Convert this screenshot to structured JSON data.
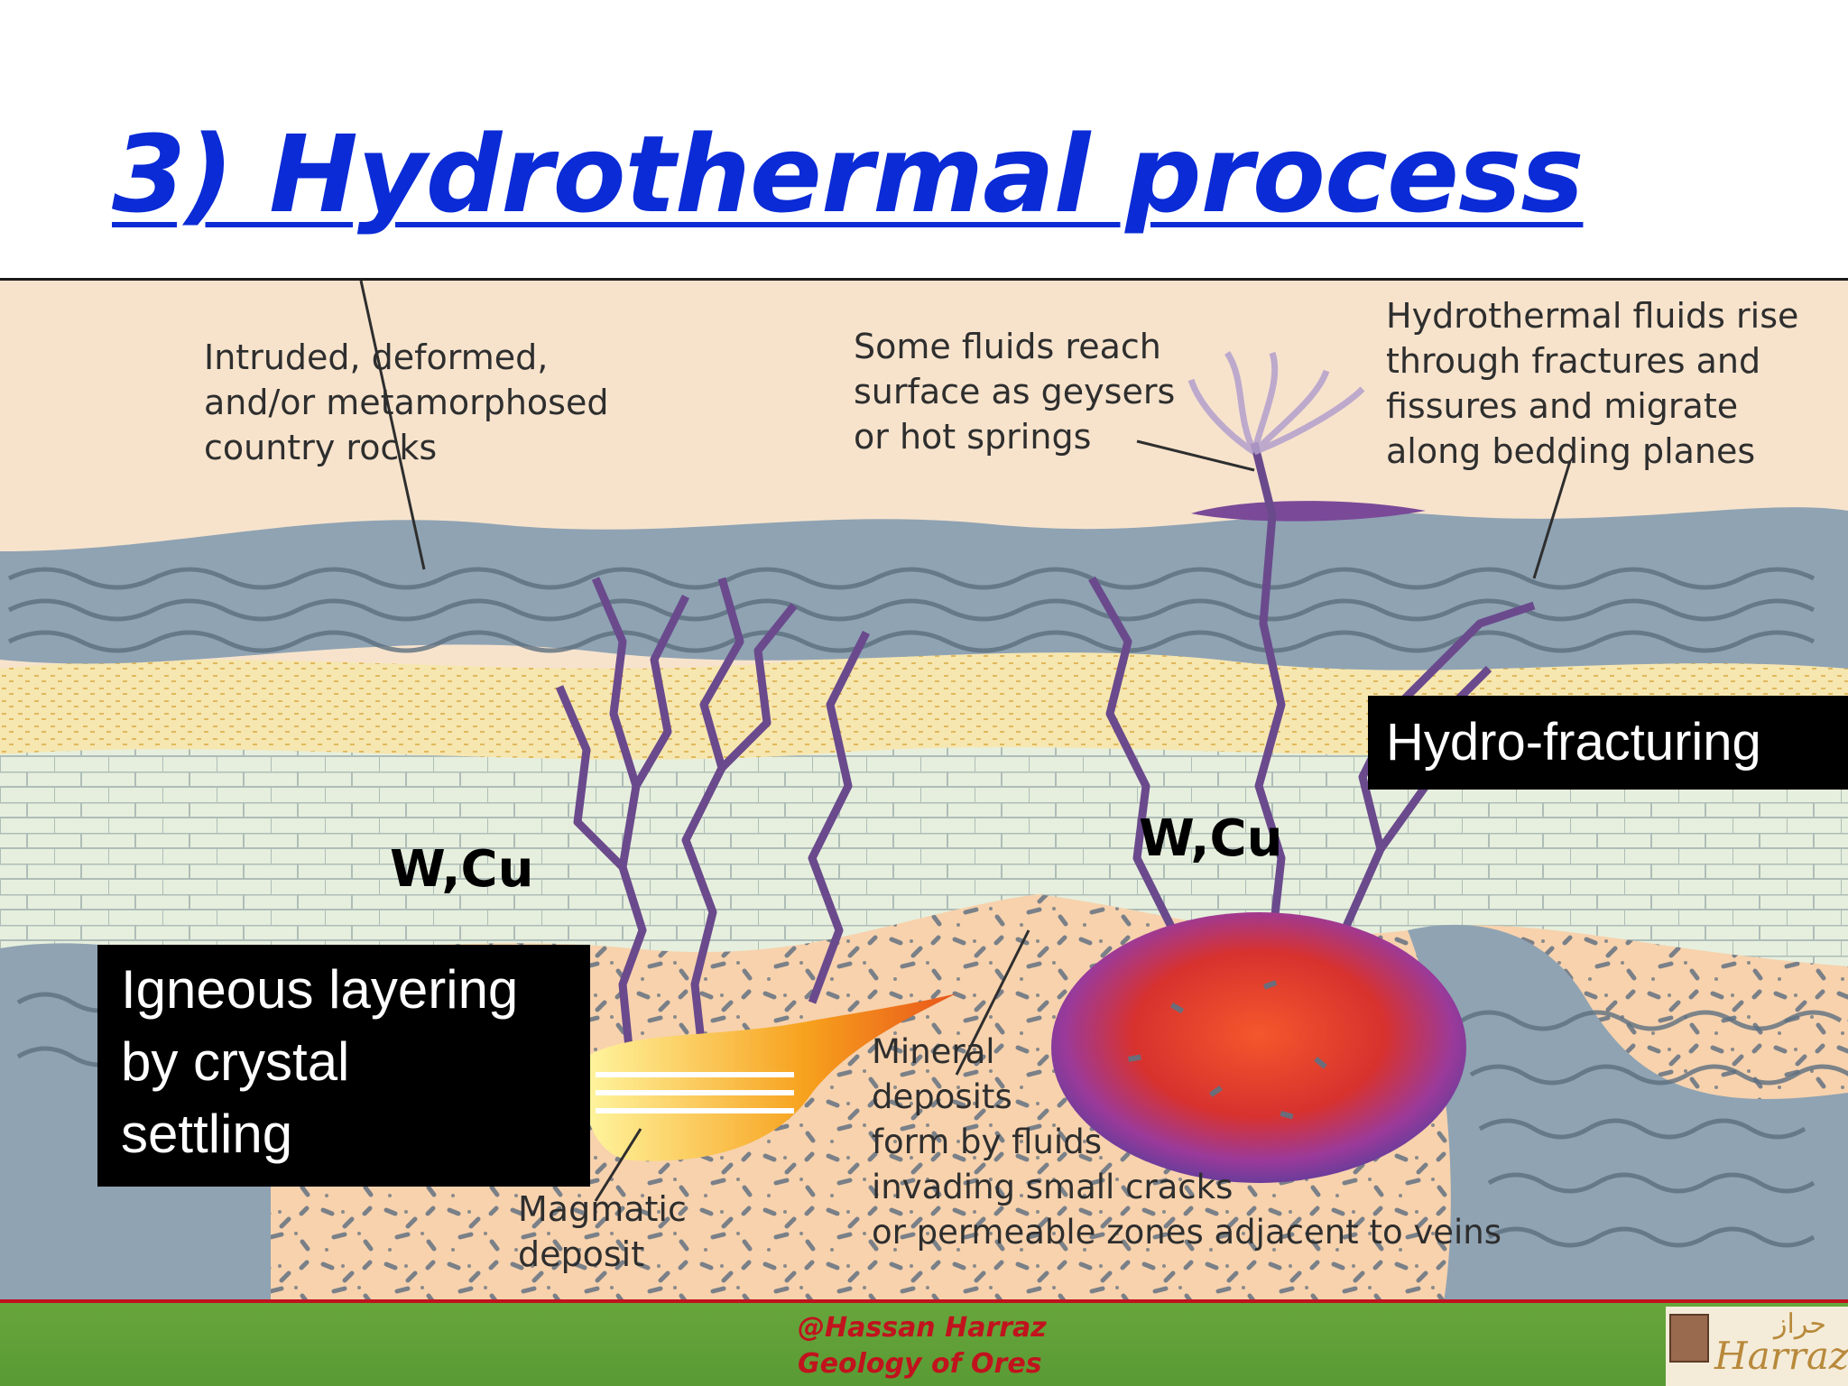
{
  "slide": {
    "title": "3) Hydrothermal process"
  },
  "diagram": {
    "labels": {
      "country_rocks": "Intruded, deformed,\nand/or metamorphosed\ncountry rocks",
      "geysers": "Some fluids reach\nsurface as geysers\nor hot springs",
      "fluids_rise": "Hydrothermal fluids rise\nthrough fractures and\nfissures and migrate\nalong bedding planes",
      "mineral_deposits": "Mineral\ndeposits\nform by fluids\ninvading small cracks\nor permeable zones adjacent to veins",
      "magmatic_deposit": "Magmatic\ndeposit"
    },
    "callouts": {
      "igneous_layering": "Igneous layering\nby crystal\nsettling",
      "hydro_fracturing": "Hydro-fracturing"
    },
    "metals": {
      "left": "W,Cu",
      "right": "W,Cu"
    },
    "colors": {
      "country_rock": "#8fa3b3",
      "sandstone": "#f6e6b0",
      "limestone": "#e2eed9",
      "granite": "#f7d5b4",
      "vein": "#6a4a8c",
      "intrusion": "#e2433a"
    }
  },
  "footer": {
    "author": "@Hassan Harraz",
    "course": "Geology  of Ores",
    "logo_text": "Harraz",
    "logo_arabic": "حراز"
  }
}
